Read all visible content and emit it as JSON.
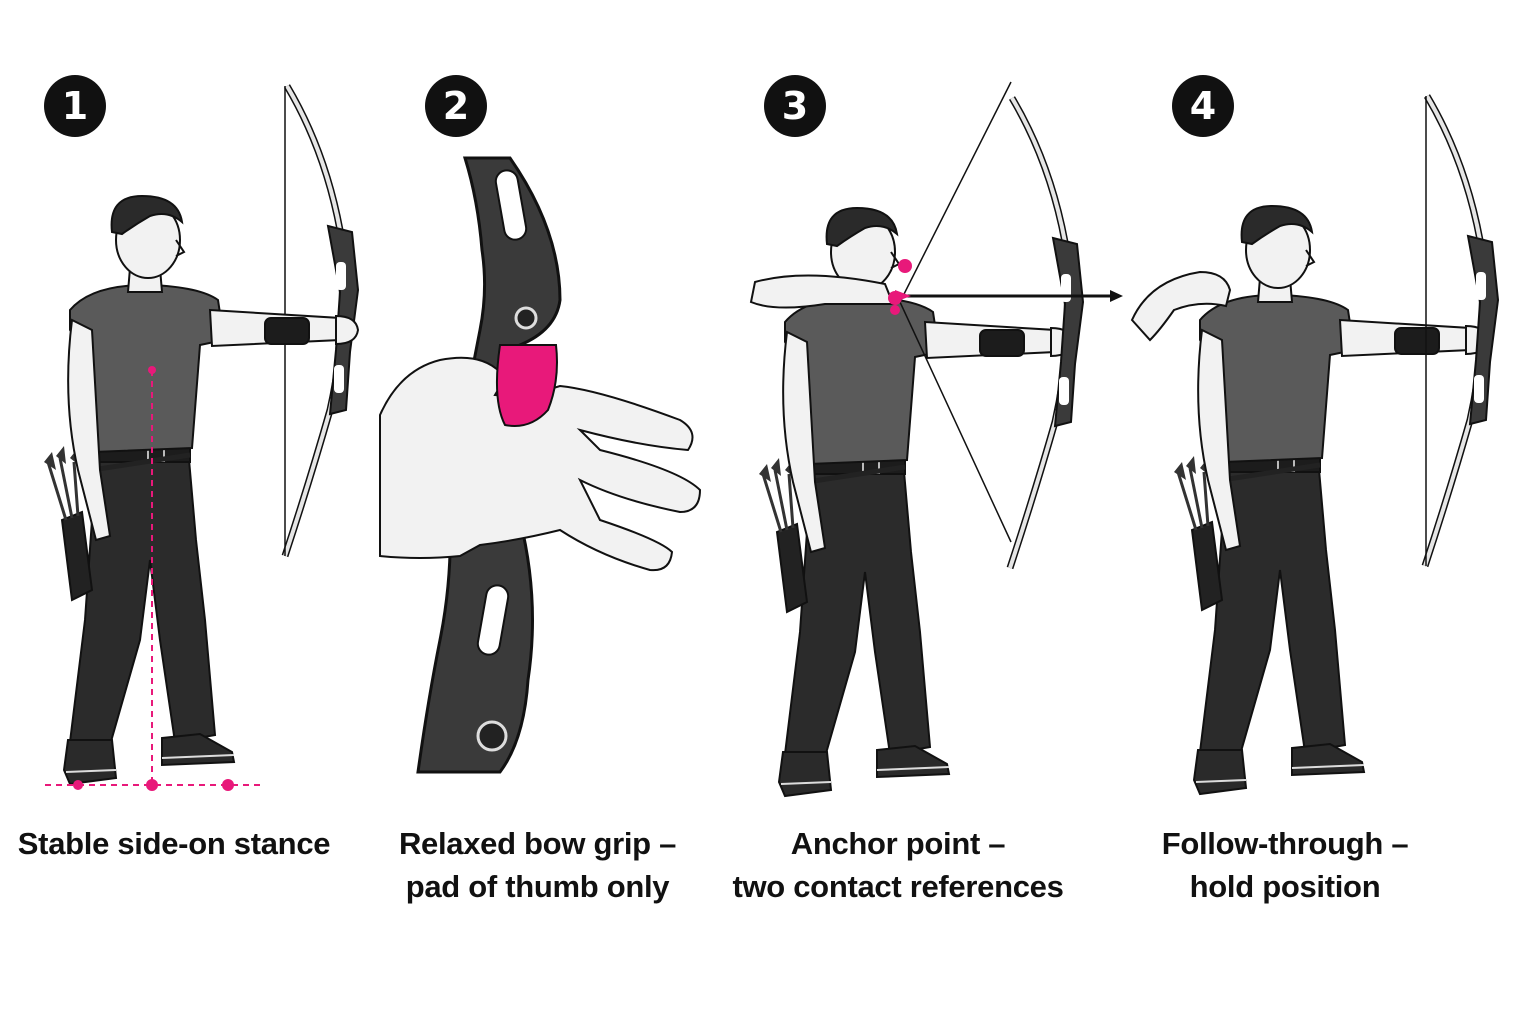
{
  "steps": [
    {
      "number": "1",
      "caption_lines": [
        "Stable side-on stance"
      ]
    },
    {
      "number": "2",
      "caption_lines": [
        "Relaxed bow grip –",
        "pad of thumb only"
      ]
    },
    {
      "number": "3",
      "caption_lines": [
        "Anchor point –",
        "two contact references"
      ]
    },
    {
      "number": "4",
      "caption_lines": [
        "Follow-through –",
        "hold position"
      ]
    }
  ],
  "colors": {
    "accent": "#e8197a",
    "badge": "#111111",
    "shirt": "#5a5a5a",
    "pants": "#2b2b2b",
    "skin": "#f2f2f2",
    "riser": "#3a3a3a",
    "limb": "#e6e6e6"
  }
}
